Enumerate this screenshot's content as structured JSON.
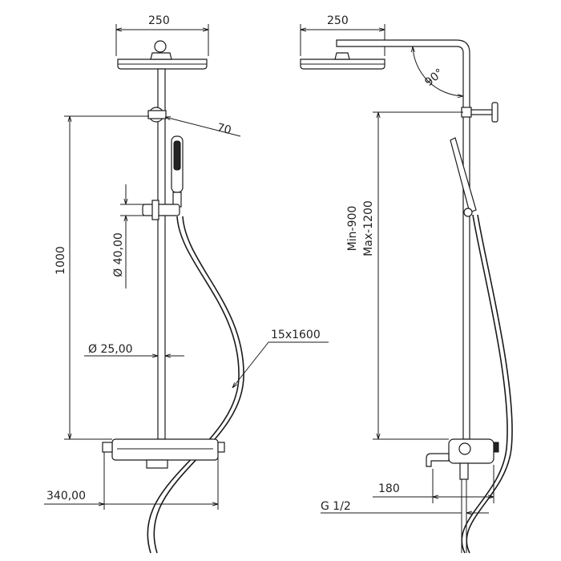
{
  "front_view": {
    "head_width": "250",
    "holder_offset": "70",
    "height": "1000",
    "slider_diameter": "Ø 40,00",
    "pipe_diameter": "Ø 25,00",
    "hose": "15x1600",
    "mixer_spacing": "340,00"
  },
  "side_view": {
    "head_width": "250",
    "arm_angle": "90°",
    "height_min": "Min-900",
    "height_max": "Max-1200",
    "spout_length": "180",
    "connection": "G 1/2"
  }
}
